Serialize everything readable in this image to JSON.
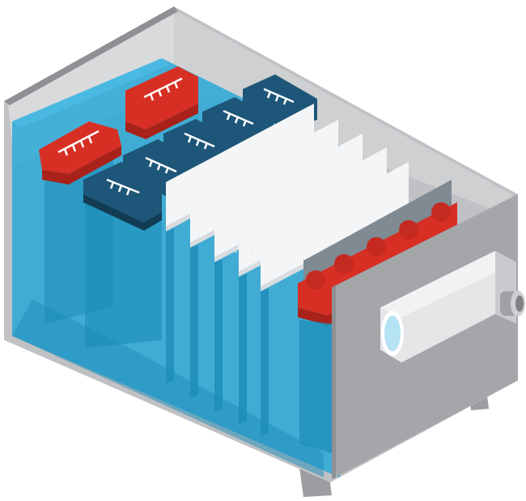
{
  "watermark": {
    "text": "AquaPond"
  },
  "colors": {
    "background": "#ffffff",
    "housing_light": "#d9dadc",
    "housing_mid": "#bfc1c4",
    "housing_dark": "#a4a6a9",
    "housing_edge": "#8e9093",
    "water": "#2fa9d6",
    "water_light": "#49b9e2",
    "water_dark": "#1b8cb8",
    "plate": "#f4f5f6",
    "plate_shade": "#d9dcdf",
    "plate_dark_edge": "#7f8a93",
    "brush_red": "#d82f24",
    "brush_red_dark": "#a8221a",
    "brush_navy": "#1d5678",
    "brush_navy_dark": "#133b54",
    "bristle": "#ffffff"
  },
  "icons": {
    "outlet": "outlet-pipe-icon",
    "bristles": "bristle-comb-icon"
  },
  "components": [
    {
      "name": "filter-housing"
    },
    {
      "name": "brush-red-back-left"
    },
    {
      "name": "brush-red-back-center"
    },
    {
      "name": "brush-navy-column"
    },
    {
      "name": "settlement-plates"
    },
    {
      "name": "red-brush-row"
    },
    {
      "name": "outlet-pipe"
    }
  ]
}
